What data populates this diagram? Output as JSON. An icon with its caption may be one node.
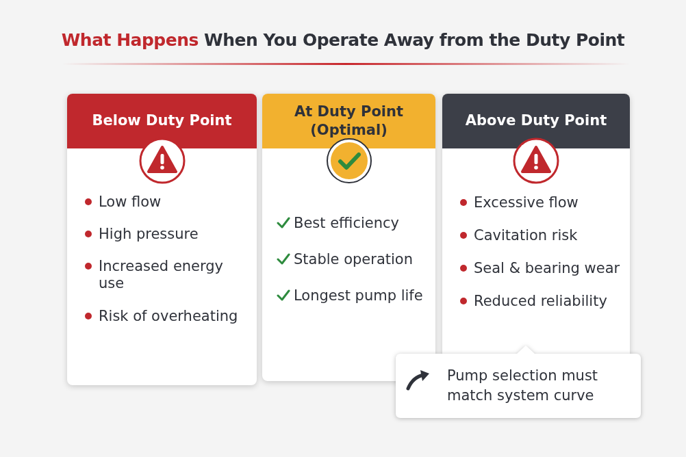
{
  "diagram": {
    "title": "What Happens When You Operate Away from the Duty Point",
    "nodes": [
      {
        "text": [
          "Below Duty Point",
          "Low flow",
          "High pressure",
          "Increased energy use",
          "Risk of overheating"
        ]
      },
      {
        "text": [
          "At Duty Point (Optimal)",
          "Best efficiency",
          "Stable operation",
          "Longest pump life"
        ]
      },
      {
        "text": [
          "Above Duty Point",
          "Excessive flow",
          "Cavitation risk",
          "Seal & bearing wear",
          "Reduced reliability"
        ]
      },
      {
        "text": [
          "Pump selection must match system curve"
        ]
      }
    ],
    "edges": []
  }
}
